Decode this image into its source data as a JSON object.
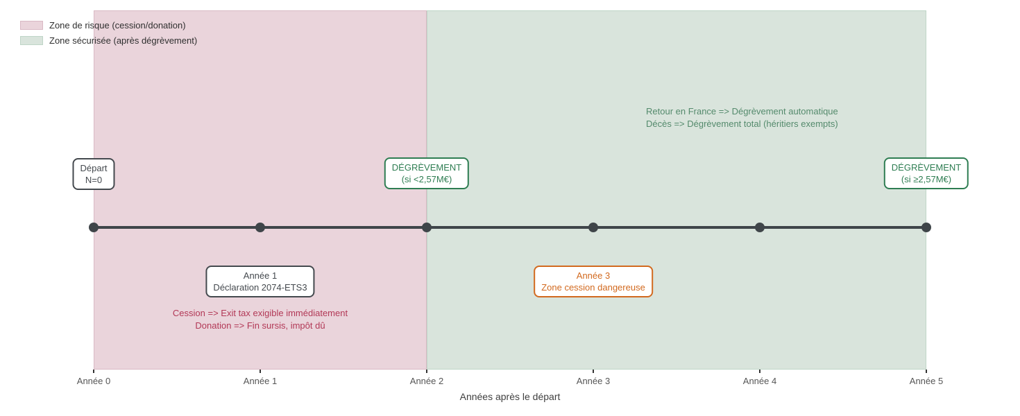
{
  "legend": {
    "items": [
      {
        "name": "risk-zone",
        "label": "Zone de risque (cession/donation)"
      },
      {
        "name": "safe-zone",
        "label": "Zone sécurisée (après dégrèvement)"
      }
    ]
  },
  "events": {
    "depart": {
      "line1": "Départ",
      "line2": "N=0"
    },
    "degrevement_year2": {
      "line1": "DÉGRÈVEMENT",
      "line2": "(si <2,57M€)"
    },
    "degrevement_year5": {
      "line1": "DÉGRÈVEMENT",
      "line2": "(si ≥2,57M€)"
    },
    "year1": {
      "line1": "Année 1",
      "line2": "Déclaration 2074-ETS3"
    },
    "year3": {
      "line1": "Année 3",
      "line2": "Zone cession dangereuse"
    }
  },
  "notes": {
    "risk": {
      "line1": "Cession => Exit tax exigible immédiatement",
      "line2": "Donation => Fin sursis, impôt dû"
    },
    "safe": {
      "line1": "Retour en France => Dégrèvement automatique",
      "line2": "Décès => Dégrèvement total (héritiers exempts)"
    }
  },
  "xaxis": {
    "ticks": [
      "Année 0",
      "Année 1",
      "Année 2",
      "Année 3",
      "Année 4",
      "Année 5"
    ],
    "label": "Années après le départ"
  },
  "colors": {
    "risk_zone_fill": "#ead4db",
    "risk_zone_border": "#d9b9c4",
    "safe_zone_fill": "#d9e4dc",
    "safe_zone_border": "#bfd5c7",
    "timeline": "#3f4549",
    "dark_box": "#44494e",
    "green": "#2e7d52",
    "green_note": "#548a6c",
    "crimson": "#b23856",
    "orange": "#d2691e",
    "tick_text": "#555555",
    "axis_label_color": "#3f3f3f",
    "legend_text": "#2f2f2f"
  }
}
